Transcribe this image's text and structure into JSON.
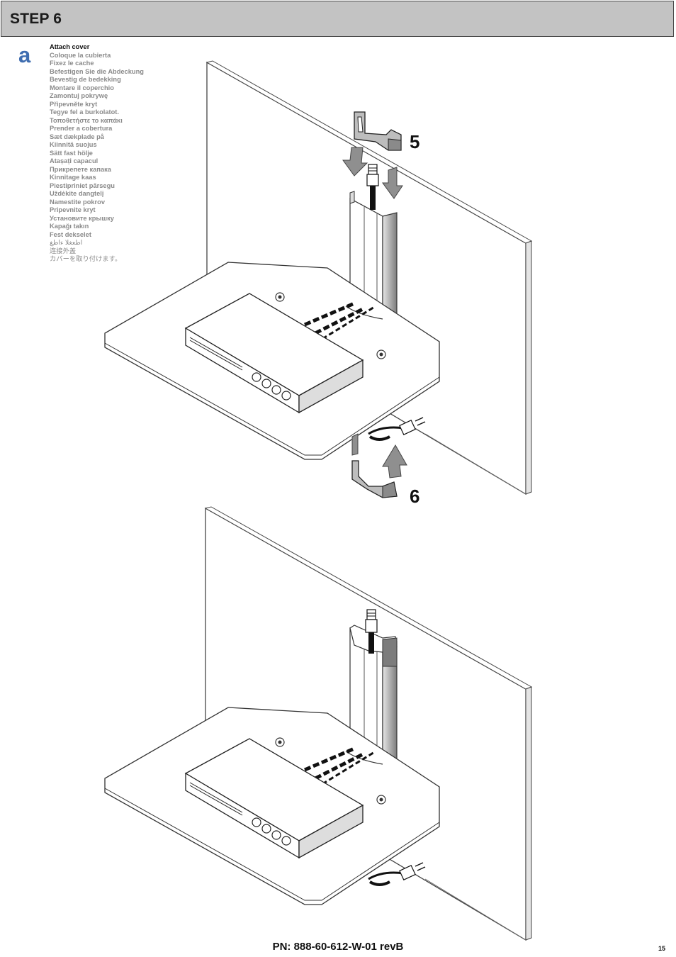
{
  "header": {
    "title": "STEP 6"
  },
  "step": {
    "letter": "a"
  },
  "instructions": [
    "Attach cover",
    "Coloque la cubierta",
    "Fixez le cache",
    "Befestigen Sie die Abdeckung",
    "Bevestig de bedekking",
    "Montare il coperchio",
    "Zamontuj pokrywę",
    "Připevněte kryt",
    "Tegye fel a burkolatot.",
    "Τοποθετήστε το καπάκι",
    "Prender a cobertura",
    "Sæt dækplade på",
    "Kiinnitä suojus",
    "Sätt fast hölje",
    "Atașați capacul",
    "Прикрепете капака",
    "Kinnitage kaas",
    "Piestipriniet pārsegu",
    "Uždėkite dangtelį",
    "Namestite pokrov",
    "Pripevnite kryt",
    "Установите крышку",
    "Kapağı takın",
    "Fest dekselet",
    "اطعغلا ءاطغ",
    "连接外盖",
    "カバーを取り付けます。"
  ],
  "callouts": {
    "top": "5",
    "bottom": "6"
  },
  "footer": {
    "part_number": "PN: 888-60-612-W-01 revB",
    "page_number": "15"
  }
}
